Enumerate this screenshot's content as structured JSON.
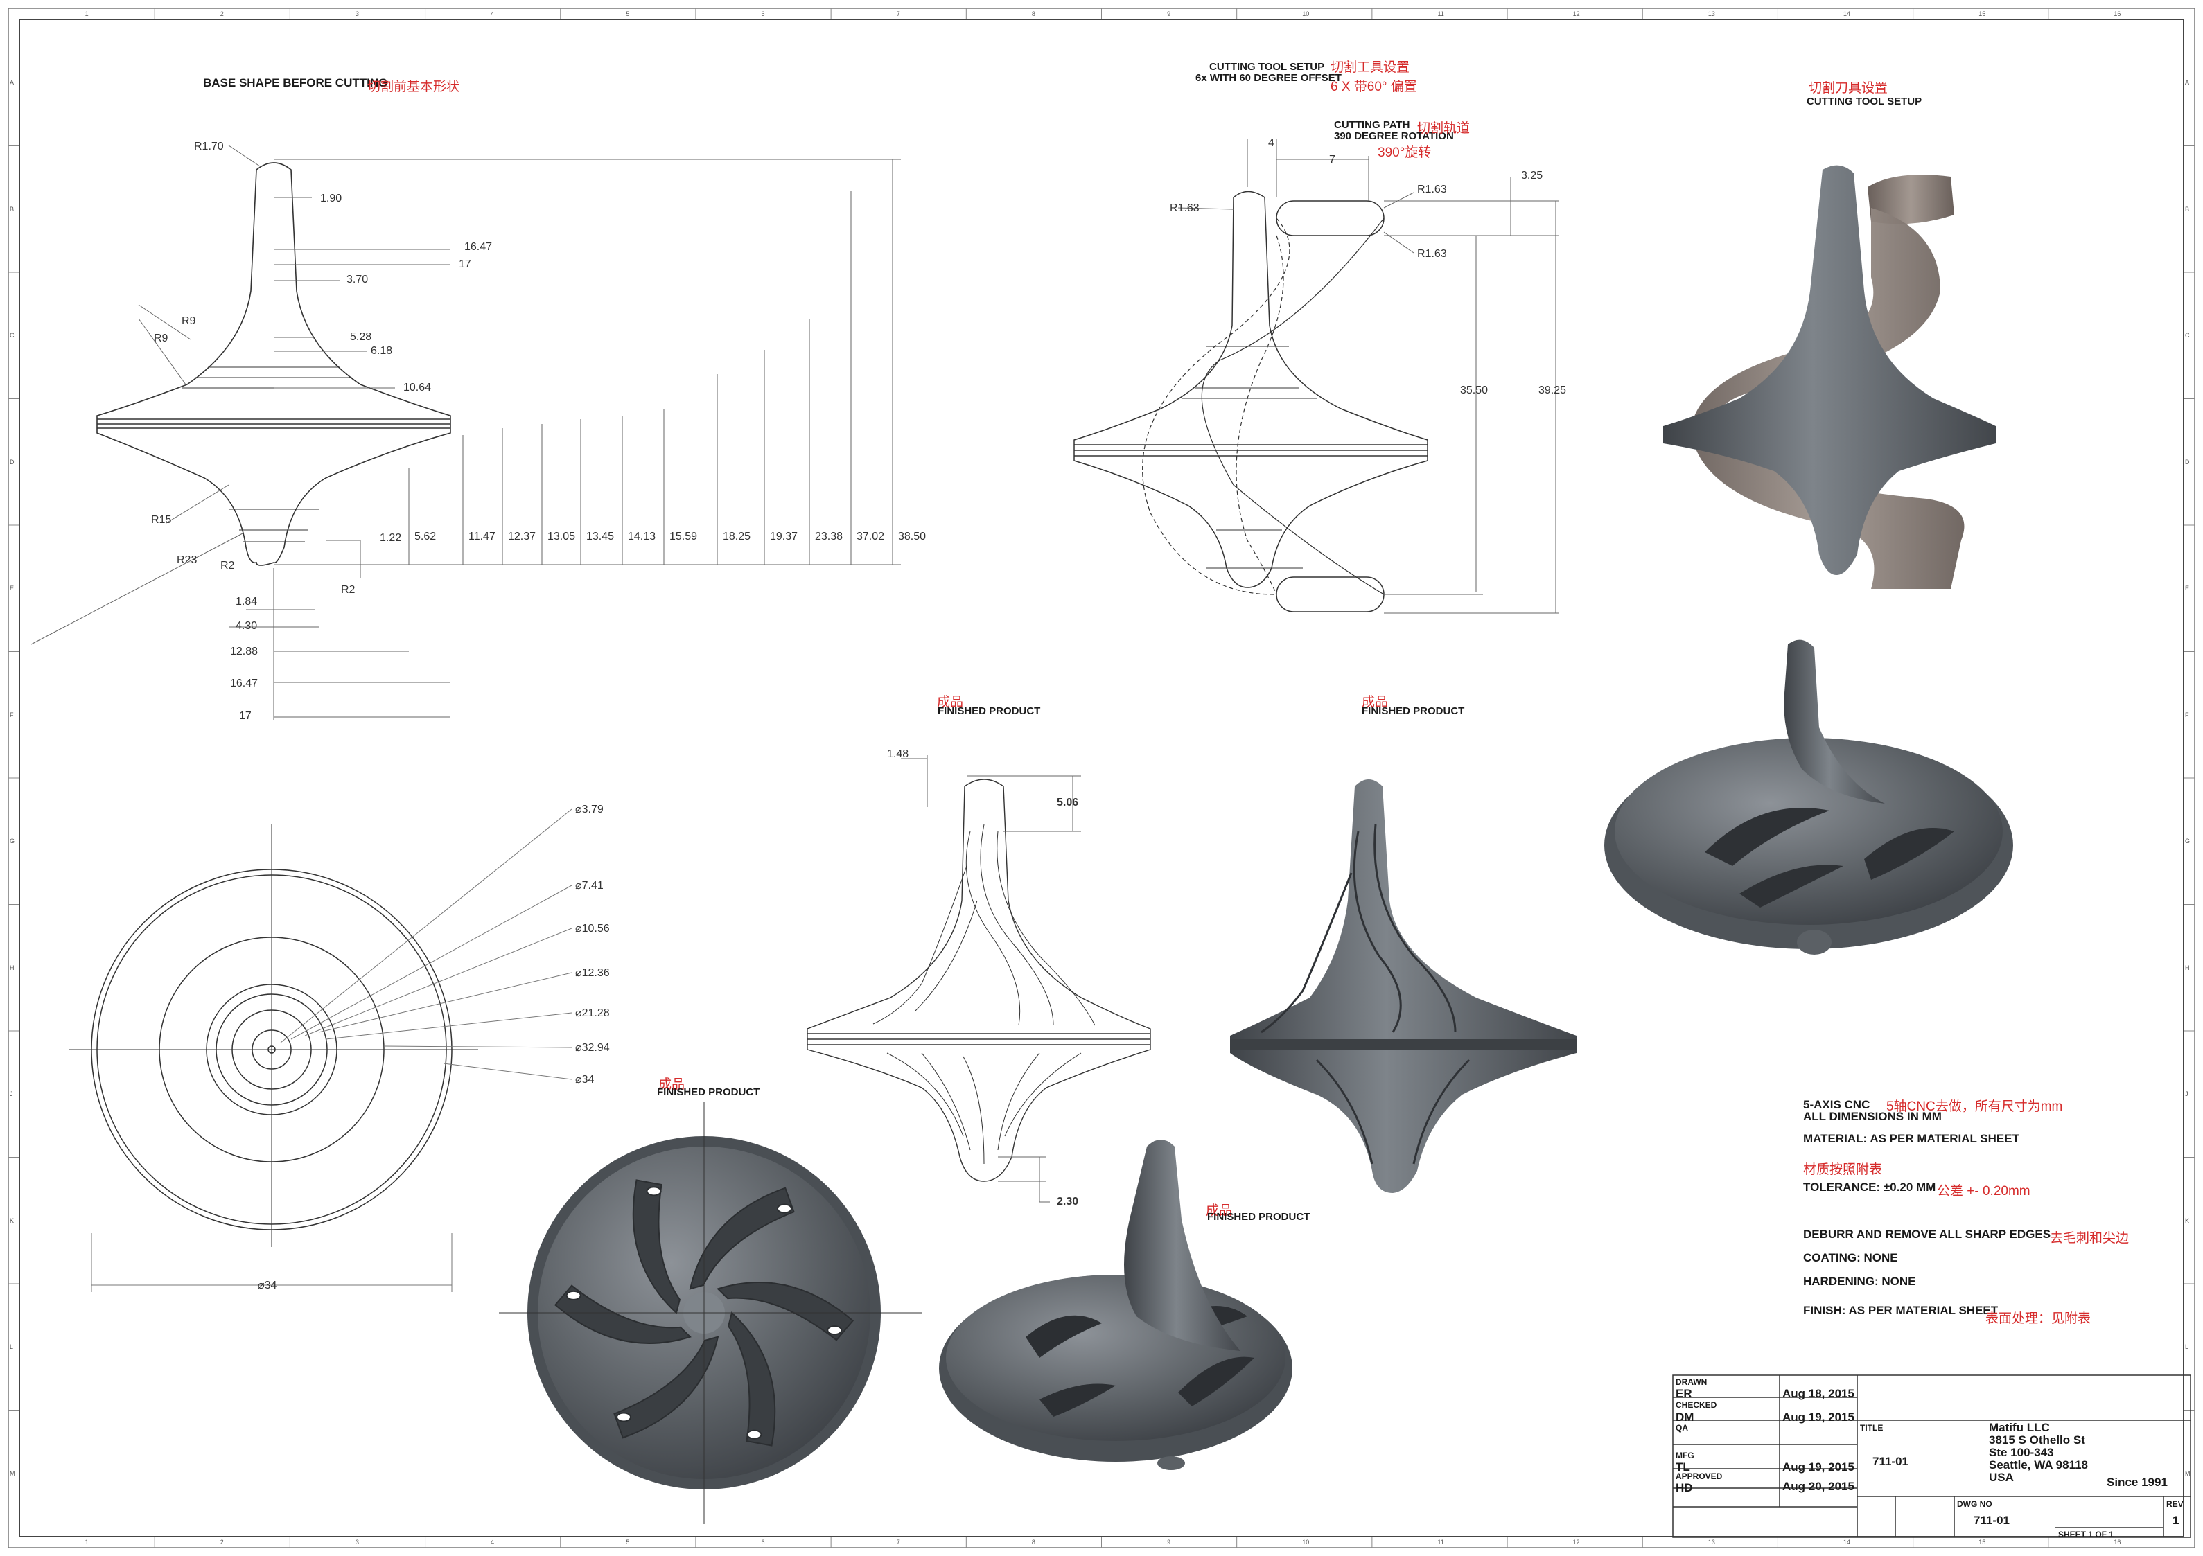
{
  "ruler_top": [
    "1",
    "2",
    "3",
    "4",
    "5",
    "6",
    "7",
    "8",
    "9",
    "10",
    "11",
    "12",
    "13",
    "14",
    "15",
    "16"
  ],
  "ruler_side": [
    "A",
    "B",
    "C",
    "D",
    "E",
    "F",
    "G",
    "H",
    "J",
    "K",
    "L",
    "M"
  ],
  "views": {
    "base_shape_en": "BASE SHAPE BEFORE CUTTING",
    "base_shape_cn": "切割前基本形状",
    "cutting_tool_setup_en": "CUTTING TOOL SETUP",
    "cutting_tool_offset_en": "6x WITH 60 DEGREE OFFSET",
    "cutting_tool_setup_cn": "切割工具设置",
    "cutting_tool_offset_cn": "6 X 带60° 偏置",
    "cutting_path_en": "CUTTING PATH",
    "cutting_path_rot_en": "390 DEGREE ROTATION",
    "cutting_path_cn": "切割轨道",
    "cutting_path_rot_cn": "390°旋转",
    "cutting_tool_setup2_cn": "切割刀具设置",
    "cutting_tool_setup2_en": "CUTTING TOOL SETUP",
    "finished_cn": "成品",
    "finished_en": "FINISHED PRODUCT"
  },
  "base_dims": {
    "r170": "R1.70",
    "d190": "1.90",
    "d1647a": "16.47",
    "d17a": "17",
    "d370": "3.70",
    "r9a": "R9",
    "r9b": "R9",
    "d528": "5.28",
    "d618": "6.18",
    "d1064": "10.64",
    "r15": "R15",
    "r23": "R23",
    "r2a": "R2",
    "r2b": "R2",
    "d122": "1.22",
    "d184": "1.84",
    "d430": "4.30",
    "d1288": "12.88",
    "d1647b": "16.47",
    "d17b": "17",
    "heights": [
      "5.62",
      "11.47",
      "12.37",
      "13.05",
      "13.45",
      "14.13",
      "15.59",
      "18.25",
      "19.37",
      "23.38",
      "37.02",
      "38.50"
    ]
  },
  "tool_dims": {
    "d4": "4",
    "d7": "7",
    "d325": "3.25",
    "r163a": "R1.63",
    "r163b": "R1.63",
    "r163c": "R1.63",
    "d3550": "35.50",
    "d3925": "39.25"
  },
  "plan_dims": [
    "⌀3.79",
    "⌀7.41",
    "⌀10.56",
    "⌀12.36",
    "⌀21.28",
    "⌀32.94",
    "⌀34"
  ],
  "plan_width": "⌀34",
  "product_dims": {
    "d148": "1.48",
    "d506": "5.06",
    "d230": "2.30"
  },
  "notes": {
    "axis_en": "5-AXIS CNC",
    "axis_cn": "5轴CNC去做，所有尺寸为mm",
    "all_dims": "ALL DIMENSIONS IN MM",
    "material": "MATERIAL: AS PER MATERIAL SHEET",
    "material_cn": "材质按照附表",
    "tolerance": "TOLERANCE: ±0.20 MM",
    "tolerance_cn": "公差 +- 0.20mm",
    "deburr": "DEBURR AND REMOVE ALL SHARP EDGES",
    "deburr_cn": "去毛刺和尖边",
    "coating": "COATING: NONE",
    "hardening": "HARDENING: NONE",
    "finish": "FINISH: AS PER MATERIAL SHEET",
    "finish_cn": "表面处理：见附表"
  },
  "title_block": {
    "drawn_label": "DRAWN",
    "drawn_by": "ER",
    "drawn_date": "Aug 18, 2015",
    "checked_label": "CHECKED",
    "checked_by": "DM",
    "checked_date": "Aug 19, 2015",
    "qa_label": "QA",
    "mfg_label": "MFG",
    "mfg_by": "TL",
    "mfg_date": "Aug 19, 2015",
    "approved_label": "APPROVED",
    "approved_by": "HD",
    "approved_date": "Aug 20, 2015",
    "title_label": "TITLE",
    "title_value": "711-01",
    "company": [
      "Matifu LLC",
      "3815 S Othello St",
      "Ste 100-343",
      "Seattle, WA 98118",
      "USA"
    ],
    "since": "Since 1991",
    "dwg_label": "DWG NO",
    "dwg_value": "711-01",
    "rev_label": "REV",
    "rev_value": "1",
    "sheet": "SHEET 1 OF 1"
  },
  "colors": {
    "render_dark": "#4e5358",
    "render_mid": "#6b7076",
    "render_light": "#8d9298",
    "tool": "#7a6e68",
    "annotation_red": "#d62b2b",
    "line": "#333333"
  }
}
